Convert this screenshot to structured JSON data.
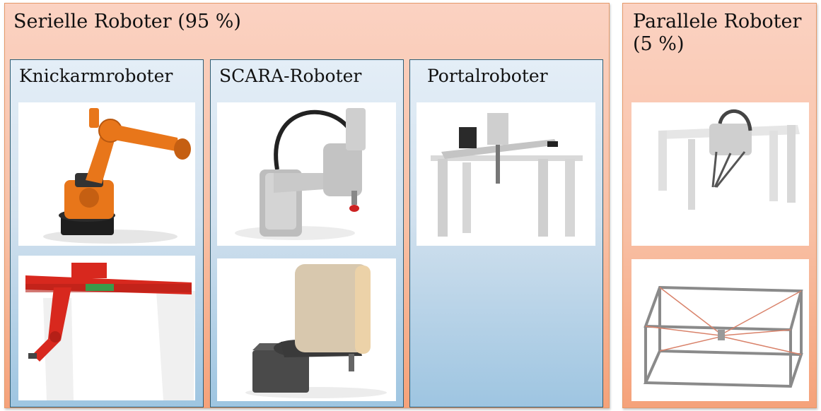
{
  "groups": {
    "serial": {
      "title": "Serielle Roboter (95 %)"
    },
    "parallel": {
      "title_line1": "Parallele Roboter",
      "title_line2": "(5 %)"
    }
  },
  "panels": {
    "knickarm": {
      "title": "Knickarmroboter"
    },
    "scara": {
      "title": "SCARA-Roboter"
    },
    "portal": {
      "title": "Portalroboter"
    }
  },
  "images": [
    {
      "panel": "knickarm",
      "icon": "articulated-robot-orange-icon",
      "label_text": ""
    },
    {
      "panel": "knickarm",
      "icon": "articulated-robot-on-gantry-red-icon",
      "label_text": ""
    },
    {
      "panel": "scara",
      "icon": "scara-robot-gray-icon",
      "label_text": ""
    },
    {
      "panel": "scara",
      "icon": "scara-robot-beige-icon",
      "label_text": ""
    },
    {
      "panel": "portal",
      "icon": "gantry-robot-icon",
      "label_text": ""
    },
    {
      "panel": "parallel",
      "icon": "delta-robot-icon",
      "label_text": ""
    },
    {
      "panel": "parallel",
      "icon": "cable-robot-frame-icon",
      "label_text": ""
    }
  ],
  "colors": {
    "group_fill": "#f8c0a5",
    "group_border": "#e59a6a",
    "panel_fill": "#d2e1ee",
    "panel_border": "#2d5e75",
    "robot_orange": "#e8761a",
    "robot_red": "#d8281e"
  }
}
